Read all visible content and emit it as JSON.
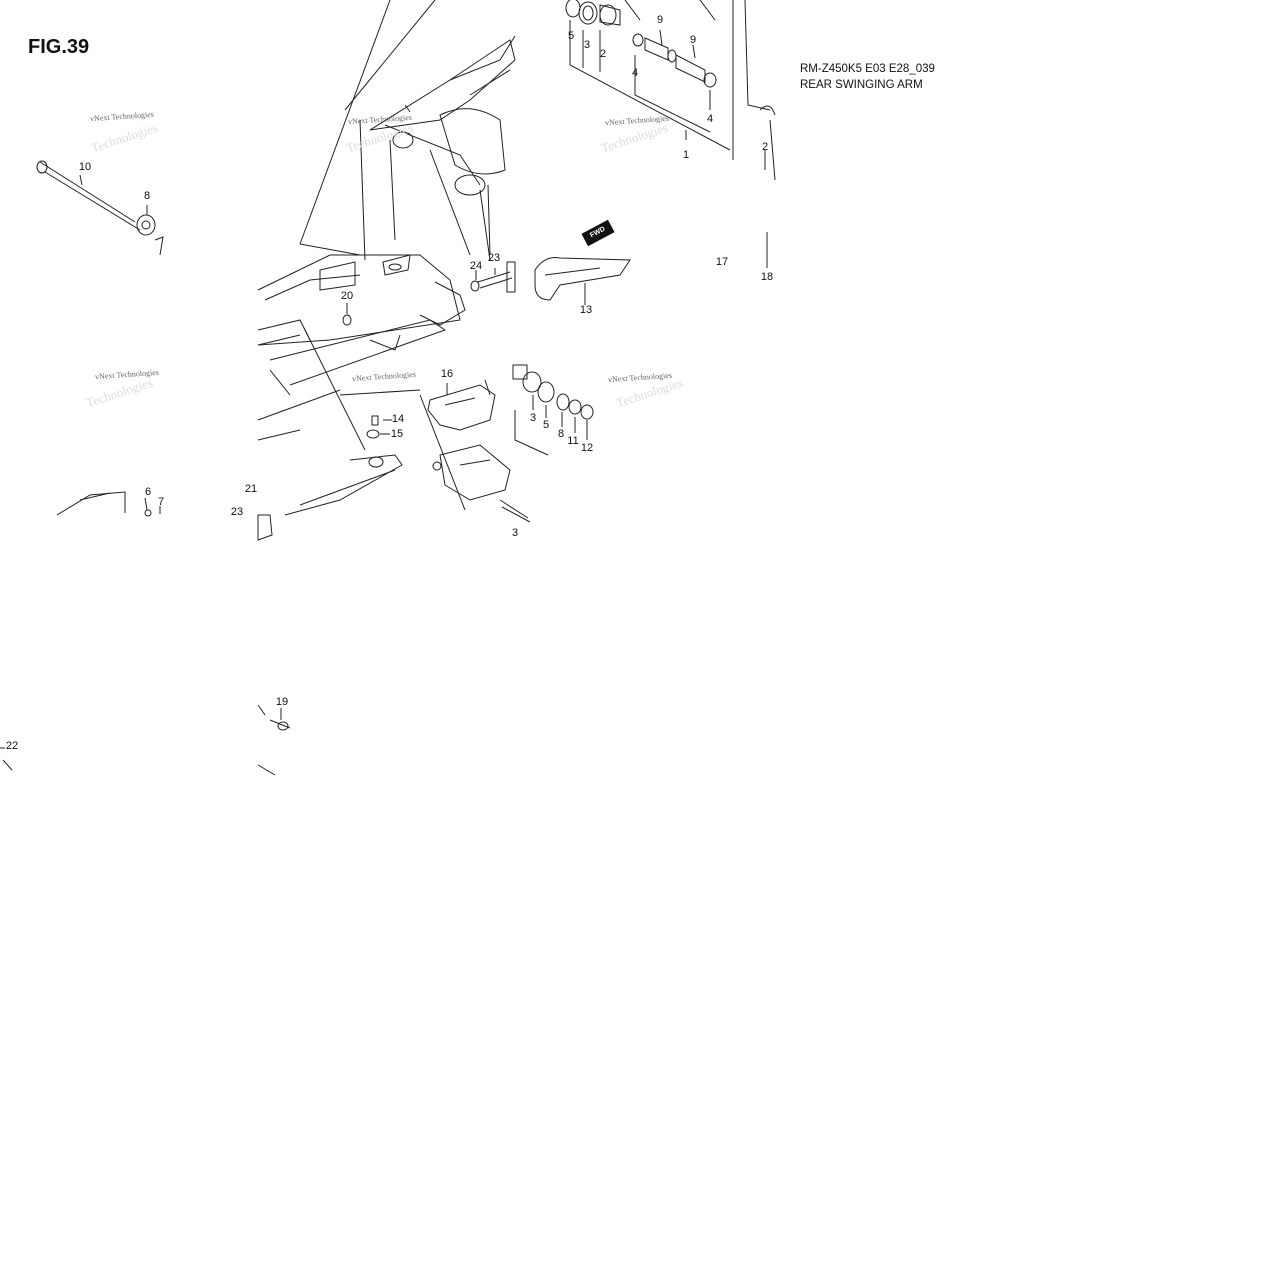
{
  "figure": {
    "label": "FIG.39"
  },
  "model": {
    "code": "RM-Z450K5 E03 E28_039",
    "title": "REAR SWINGING ARM"
  },
  "watermark": {
    "line1": "vNext Technologies",
    "ghost": "Technologies"
  },
  "fwd_tag": "FWD",
  "callouts": [
    {
      "id": "c5a",
      "text": "5"
    },
    {
      "id": "c3a",
      "text": "3"
    },
    {
      "id": "c2a",
      "text": "2"
    },
    {
      "id": "c9a",
      "text": "9"
    },
    {
      "id": "c9b",
      "text": "9"
    },
    {
      "id": "c4a",
      "text": "4"
    },
    {
      "id": "c4b",
      "text": "4"
    },
    {
      "id": "c1",
      "text": "1"
    },
    {
      "id": "c2b",
      "text": "2"
    },
    {
      "id": "c10",
      "text": "10"
    },
    {
      "id": "c8a",
      "text": "8"
    },
    {
      "id": "c23a",
      "text": "23"
    },
    {
      "id": "c24",
      "text": "24"
    },
    {
      "id": "c17",
      "text": "17"
    },
    {
      "id": "c18",
      "text": "18"
    },
    {
      "id": "c13",
      "text": "13"
    },
    {
      "id": "c20",
      "text": "20"
    },
    {
      "id": "c16",
      "text": "16"
    },
    {
      "id": "c14",
      "text": "14"
    },
    {
      "id": "c15",
      "text": "15"
    },
    {
      "id": "c3b",
      "text": "3"
    },
    {
      "id": "c5b",
      "text": "5"
    },
    {
      "id": "c8b",
      "text": "8"
    },
    {
      "id": "c11",
      "text": "11"
    },
    {
      "id": "c12",
      "text": "12"
    },
    {
      "id": "c6",
      "text": "6"
    },
    {
      "id": "c7",
      "text": "7"
    },
    {
      "id": "c21",
      "text": "21"
    },
    {
      "id": "c23b",
      "text": "23"
    },
    {
      "id": "c3c",
      "text": "3"
    },
    {
      "id": "c19",
      "text": "19"
    },
    {
      "id": "c22",
      "text": "22"
    }
  ]
}
